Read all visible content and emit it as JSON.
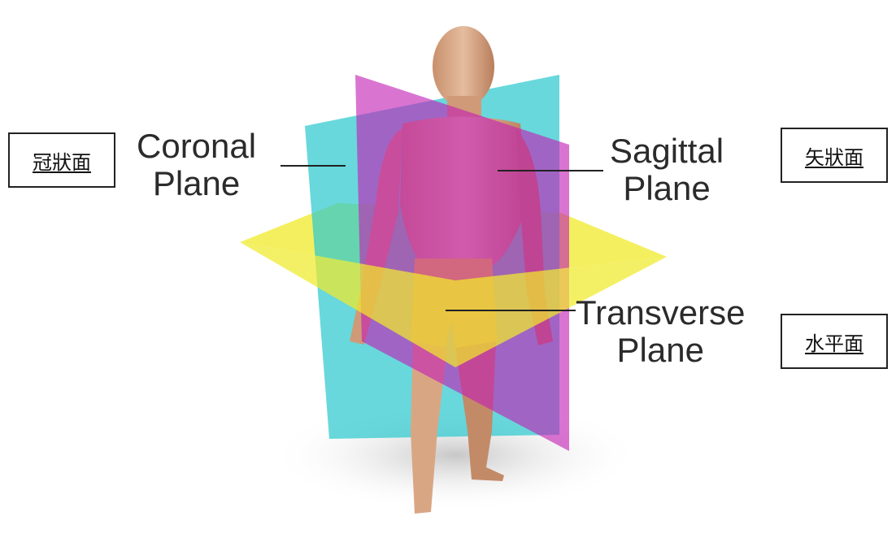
{
  "labels": {
    "coronal": {
      "line1": "Coronal",
      "line2": "Plane"
    },
    "sagittal": {
      "line1": "Sagittal",
      "line2": "Plane"
    },
    "transverse": {
      "line1": "Transverse",
      "line2": "Plane"
    }
  },
  "boxes": {
    "coronal_zh": "冠狀面",
    "sagittal_zh": "矢狀面",
    "transverse_zh": "水平面"
  },
  "colors": {
    "coronal_plane": "#2ec9cf",
    "sagittal_plane": "#c41fb4",
    "transverse_plane": "#f0ea2a",
    "skin": "#dcae8e",
    "label_text": "#2b2b2b"
  }
}
